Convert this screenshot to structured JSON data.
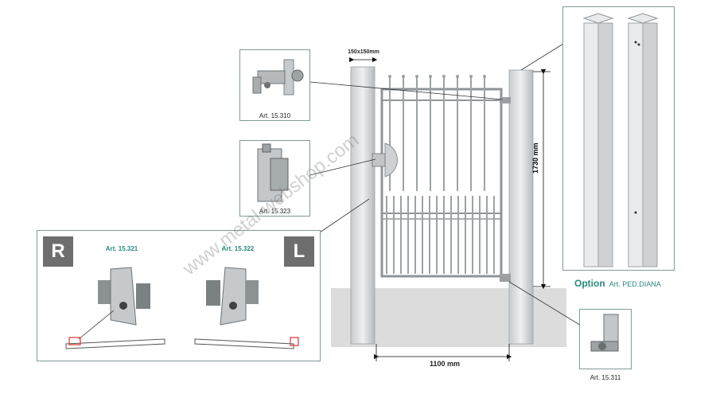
{
  "dimensions": {
    "post_size": "150x150mm",
    "height": "1730 mm",
    "width": "1100 mm"
  },
  "parts": {
    "top_hinge": "Art. 15.310",
    "lock": "Art. 15.323",
    "bottom_hinge": "Art. 15.311",
    "right_latch": "Art. 15.321",
    "left_latch": "Art. 15.322"
  },
  "badges": {
    "right": "R",
    "left": "L"
  },
  "option": {
    "label": "Option",
    "article": "Art. PED.DIANA"
  },
  "watermark": "www.metal-webshop.com",
  "colors": {
    "accent": "#2a8a7d",
    "badge": "#6e6e6e",
    "frame": "#7f9a98"
  }
}
